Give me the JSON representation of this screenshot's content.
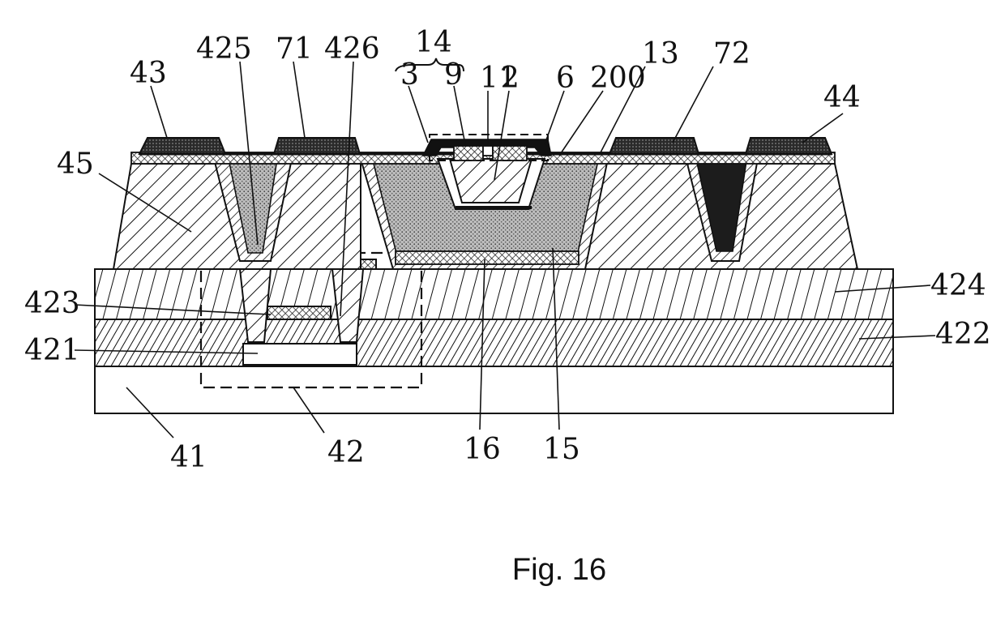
{
  "figure": {
    "caption": "Fig. 16",
    "labels": {
      "l14": "14",
      "l425": "425",
      "l71": "71",
      "l426": "426",
      "l43": "43",
      "l3": "3",
      "l9": "9",
      "l11": "11",
      "l2": "2",
      "l6": "6",
      "l200": "200",
      "l13": "13",
      "l72": "72",
      "l44": "44",
      "l45": "45",
      "l424": "424",
      "l423": "423",
      "l422": "422",
      "l421": "421",
      "l41": "41",
      "l42": "42",
      "l16": "16",
      "l15": "15"
    }
  }
}
